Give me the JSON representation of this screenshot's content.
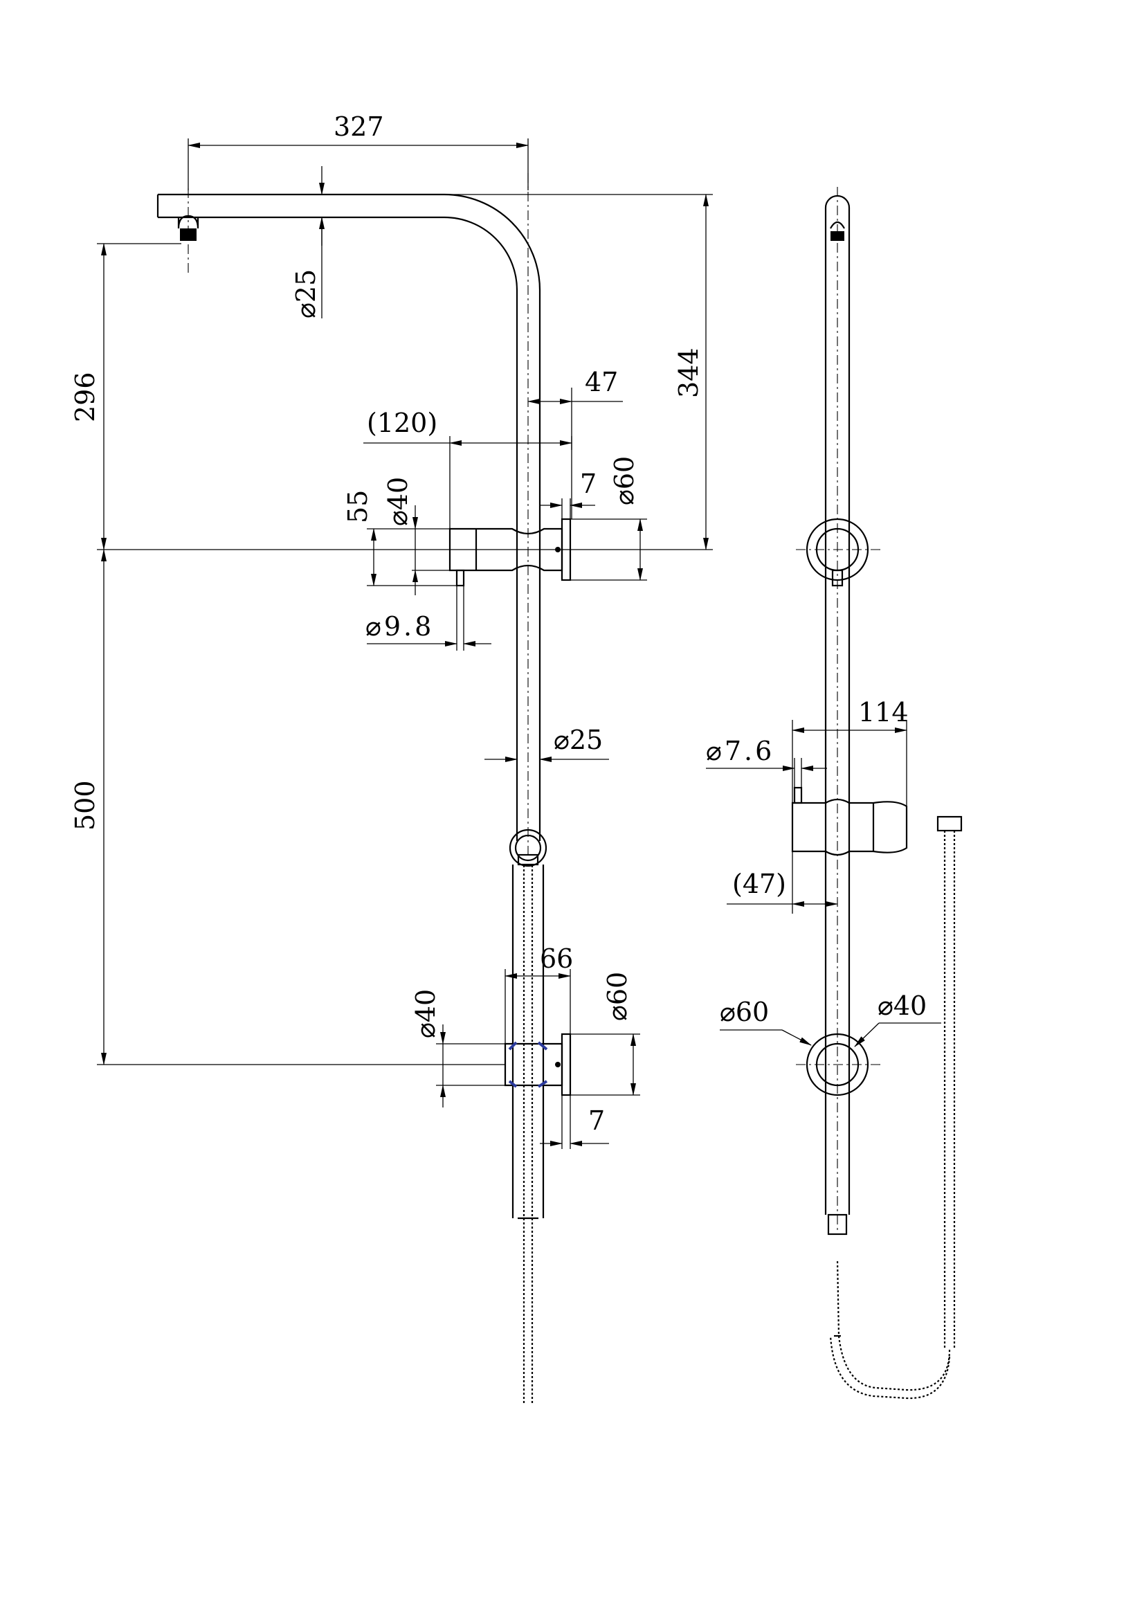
{
  "drawing": {
    "front_view": {
      "arm_width": "327",
      "arm_diameter": "⌀25",
      "arm_to_top_bracket": "296",
      "overall_height_to_bracket": "344",
      "bracket_projection": "47",
      "bracket_reach": "(120)",
      "bracket_diameter_small": "⌀40",
      "bracket_height": "55",
      "wall_plate_thickness": "7",
      "wall_plate_diameter": "⌀60",
      "pin_diameter": "⌀9.8",
      "rail_diameter": "⌀25",
      "bracket_spacing": "500",
      "lower_bracket_width": "66",
      "lower_bracket_diameter": "⌀40",
      "lower_wall_plate_diameter": "⌀60",
      "lower_wall_plate_thickness": "7"
    },
    "side_view": {
      "holder_width": "114",
      "holder_pin_diameter": "⌀7.6",
      "holder_offset": "(47)",
      "wall_plate_diameter": "⌀60",
      "bracket_diameter": "⌀40"
    }
  }
}
